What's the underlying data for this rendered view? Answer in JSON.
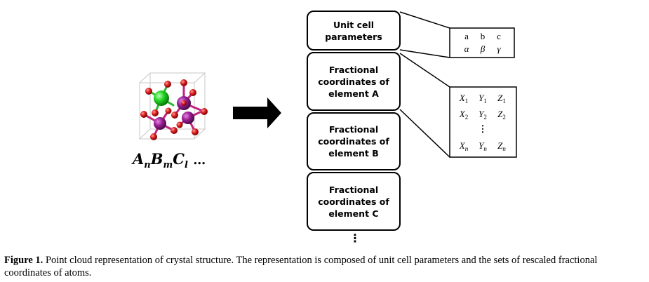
{
  "boxes": [
    {
      "line1": "Unit cell",
      "line2": "parameters",
      "line3": ""
    },
    {
      "line1": "Fractional",
      "line2": "coordinates of",
      "line3": "element A"
    },
    {
      "line1": "Fractional",
      "line2": "coordinates of",
      "line3": "element B"
    },
    {
      "line1": "Fractional",
      "line2": "coordinates of",
      "line3": "element C"
    }
  ],
  "continuation": "⋮",
  "unit_cell_matrix": {
    "row1": [
      "a",
      "b",
      "c"
    ],
    "row2": [
      "α",
      "β",
      "γ"
    ]
  },
  "coordinate_matrix": {
    "row1": {
      "X": "X",
      "Y": "Y",
      "Z": "Z",
      "sub": "1"
    },
    "row2": {
      "X": "X",
      "Y": "Y",
      "Z": "Z",
      "sub": "2"
    },
    "dots": "⋮",
    "row3": {
      "X": "X",
      "Y": "Y",
      "Z": "Z",
      "sub": "n"
    }
  },
  "formula": {
    "a": "A",
    "a_sub": "n",
    "b": "B",
    "b_sub": "m",
    "c": "C",
    "c_sub": "l",
    "ellipsis": "…"
  },
  "caption": {
    "label": "Figure 1.",
    "text": " Point cloud representation of crystal structure. The representation is composed of unit cell parameters and the sets of rescaled fractional coordinates of atoms."
  },
  "colors": {
    "atom_green": "#1fcf1f",
    "atom_purple": "#8e1b8a",
    "atom_red": "#d41a1a",
    "bond_green": "#2db82d",
    "bond_magenta": "#c2237e",
    "cell_edge": "#c8c8c8"
  }
}
